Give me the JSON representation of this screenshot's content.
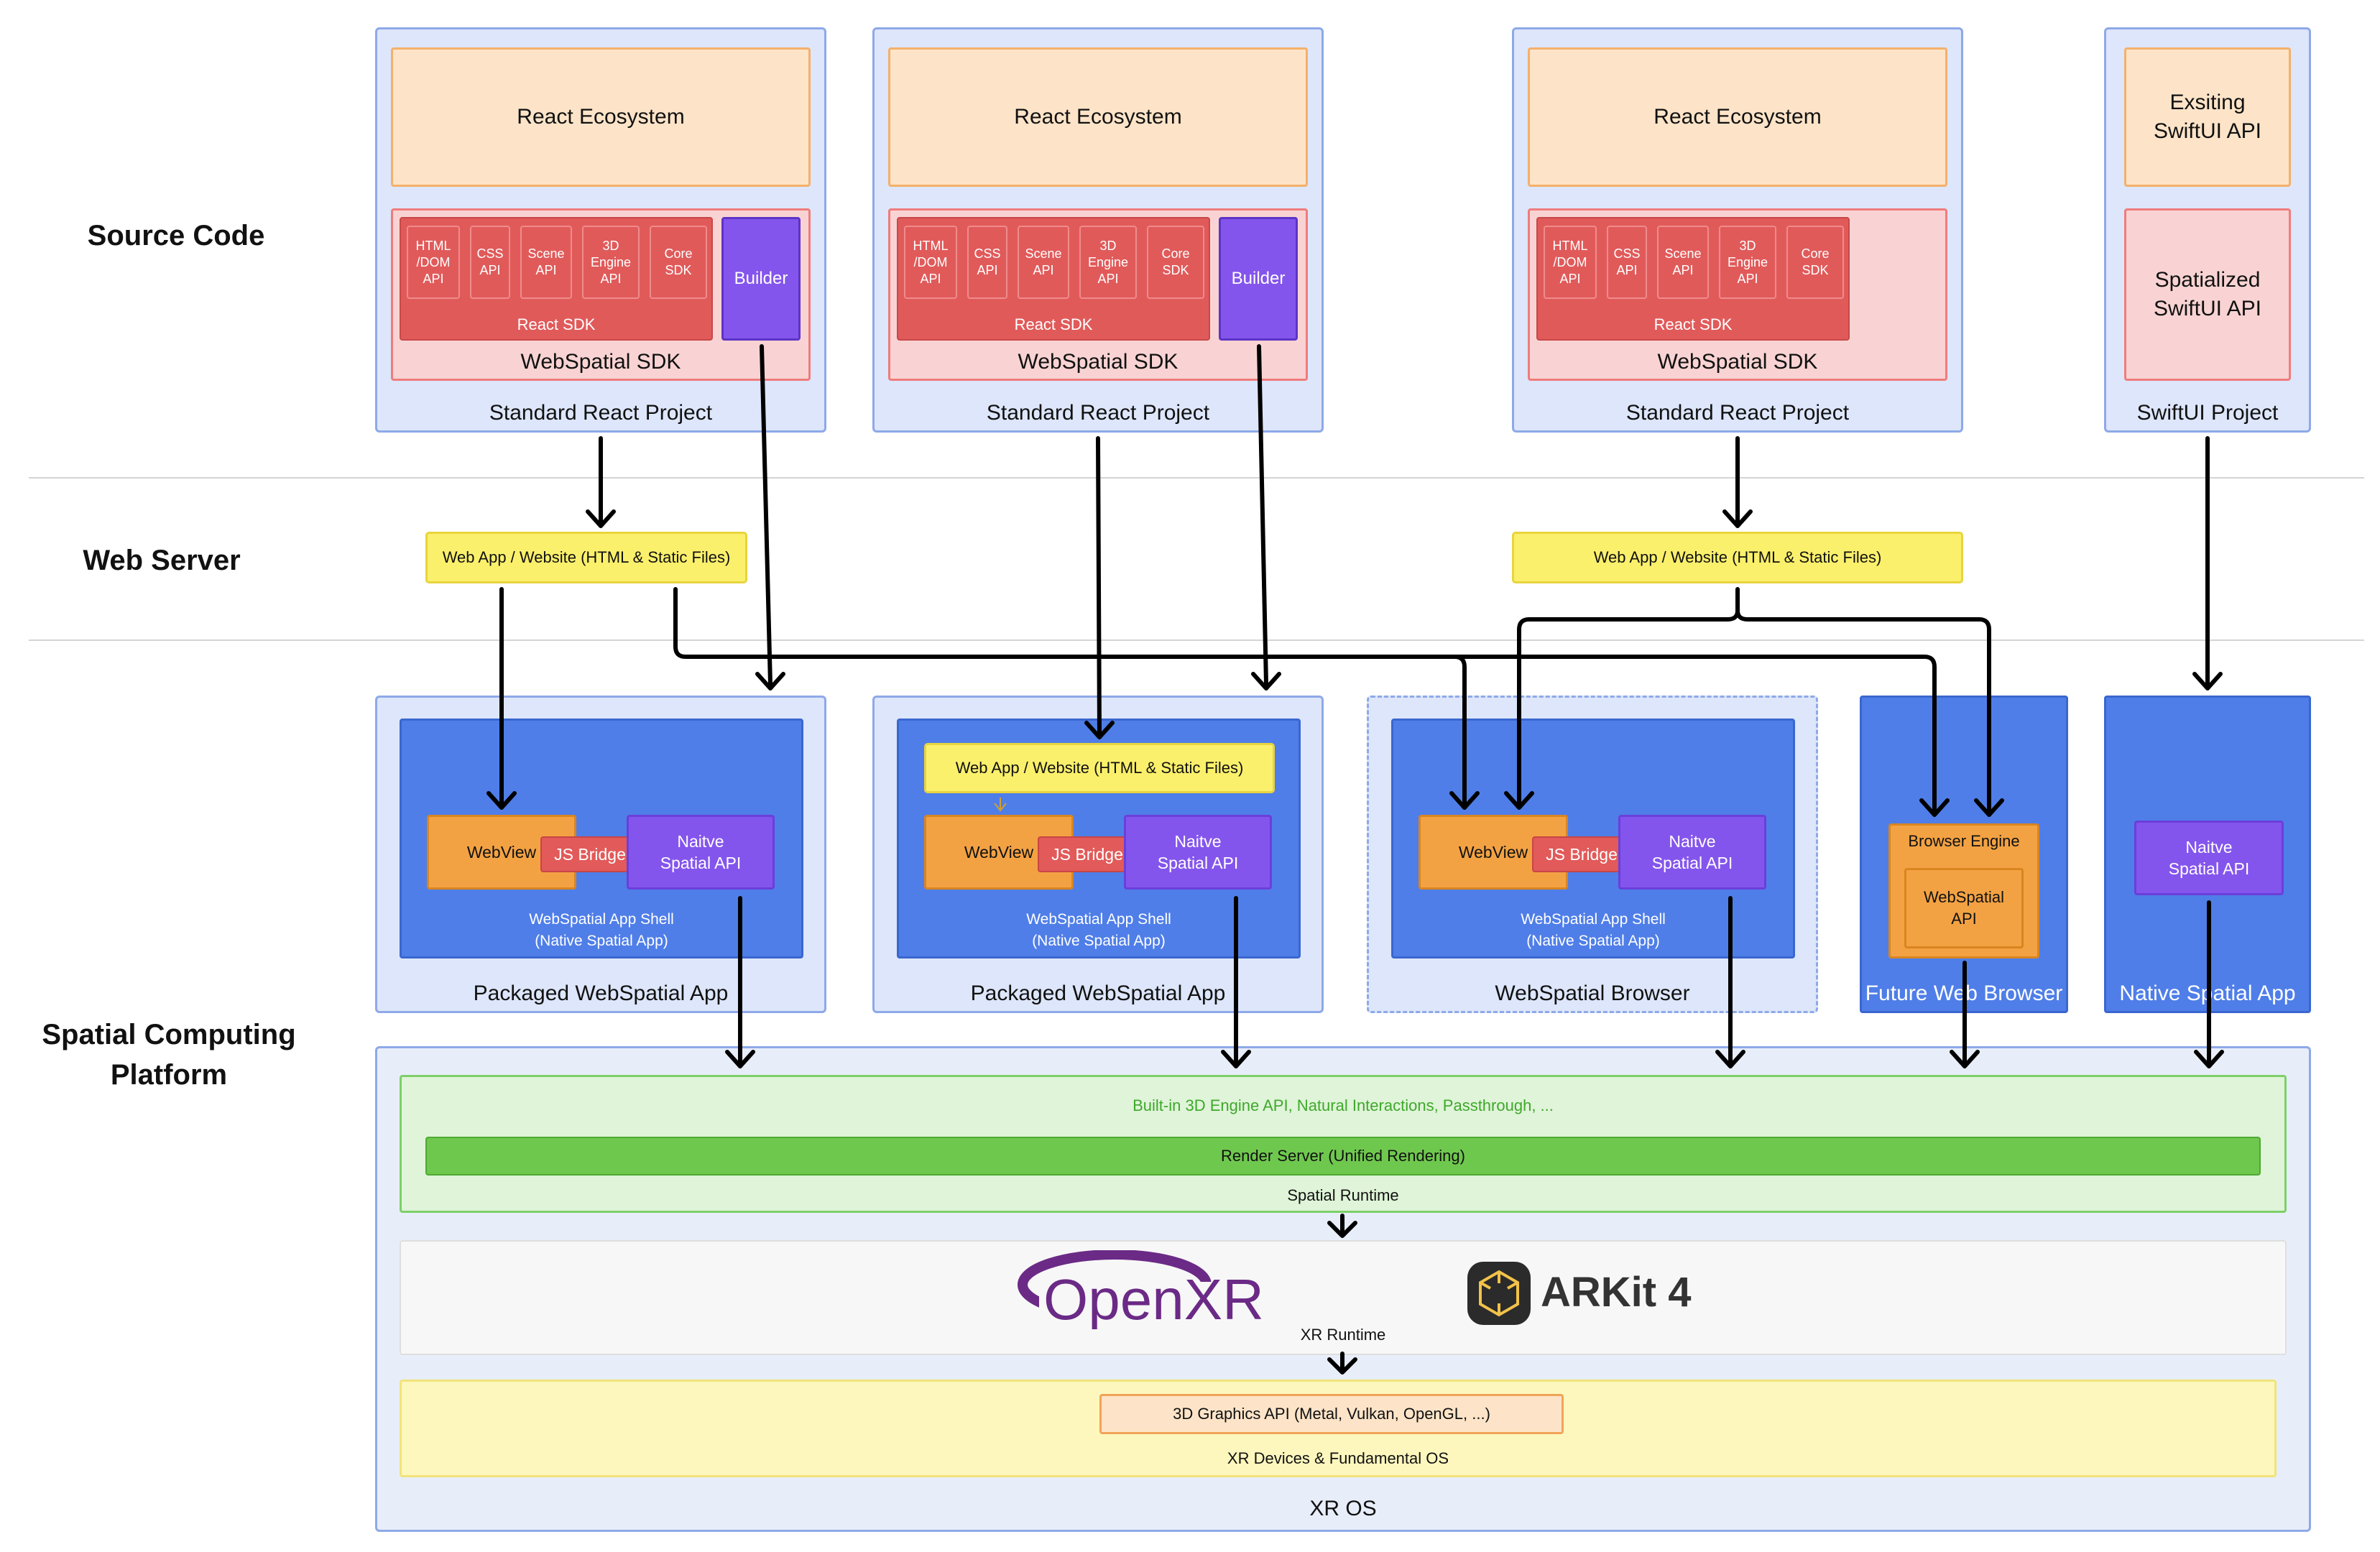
{
  "layers": {
    "source_code": "Source Code",
    "web_server": "Web Server",
    "spatial_platform_line1": "Spatial Computing",
    "spatial_platform_line2": "Platform"
  },
  "source": {
    "react_ecosystem": "React Ecosystem",
    "apis": [
      "HTML /DOM API",
      "CSS API",
      "Scene API",
      "3D Engine API",
      "Core SDK"
    ],
    "react_sdk": "React SDK",
    "webspatial_sdk": "WebSpatial SDK",
    "builder": "Builder",
    "standard_react_project": "Standard React Project",
    "existing_swiftui_api": "Exsiting SwiftUI API",
    "spatialized_swiftui_api": "Spatialized SwiftUI API",
    "swiftui_project": "SwiftUI Project"
  },
  "web": {
    "web_app": "Web App / Website (HTML & Static Files)"
  },
  "apps": {
    "webview": "WebView",
    "js_bridge": "JS Bridge",
    "native_spatial_api": "Naitve Spatial API",
    "shell_line1": "WebSpatial App Shell",
    "shell_line2": "(Native Spatial App)",
    "packaged_app": "Packaged WebSpatial App",
    "browser": "WebSpatial Browser",
    "browser_engine": "Browser Engine",
    "webspatial_api": "WebSpatial API",
    "future_browser": "Future Web Browser",
    "native_app": "Native Spatial App"
  },
  "platform": {
    "builtin": "Built-in 3D Engine API, Natural Interactions, Passthrough, ...",
    "render_server": "Render Server (Unified Rendering)",
    "spatial_runtime": "Spatial Runtime",
    "openxr_logo": "OpenXR",
    "arkit": "ARKit 4",
    "xr_runtime": "XR Runtime",
    "graphics_api": "3D Graphics API (Metal, Vulkan, OpenGL, ...)",
    "xr_devices": "XR Devices & Fundamental OS",
    "xr_os": "XR OS"
  },
  "colors": {
    "project_bg": "#dde6fa",
    "react_ecosystem": "#fde4c8",
    "sdk": "#f9d3d3",
    "api_red": "#e15a5a",
    "builder_purple": "#8455ec",
    "web_yellow": "#fbf06c",
    "shell_blue": "#4f7ee8",
    "webview_orange": "#f3a243",
    "runtime_green": "#dff4d8",
    "render_green": "#6fc84e",
    "devices_yellow": "#fdf7bd"
  }
}
